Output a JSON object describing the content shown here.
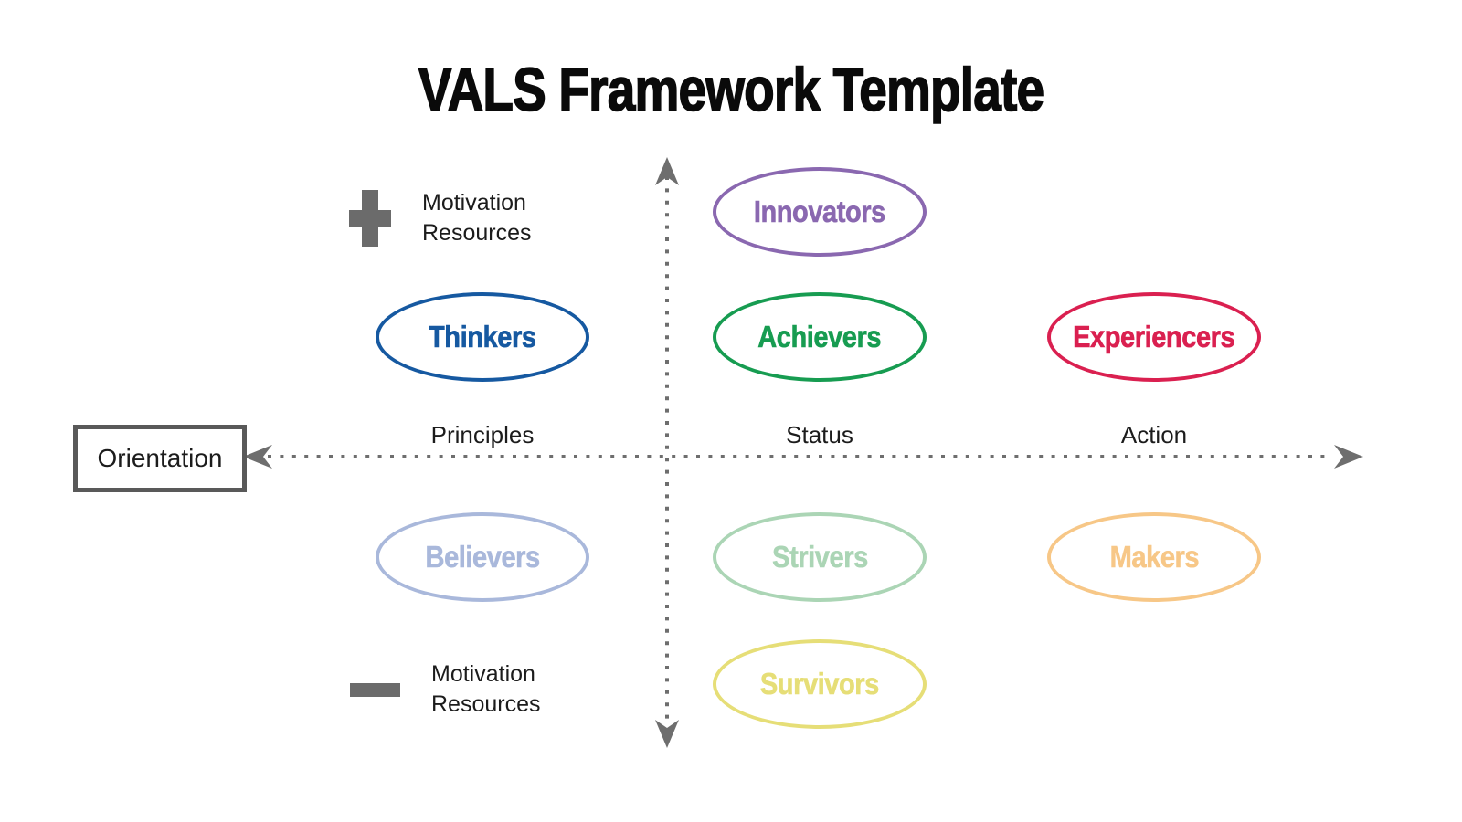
{
  "title": "VALS Framework Template",
  "axis": {
    "orientation_label": "Orientation",
    "high_resources_label": "Motivation Resources",
    "low_resources_label": "Motivation Resources"
  },
  "columns": [
    {
      "label": "Principles"
    },
    {
      "label": "Status"
    },
    {
      "label": "Action"
    }
  ],
  "segments": [
    {
      "label": "Innovators",
      "color": "#8a68b0"
    },
    {
      "label": "Thinkers",
      "color": "#1659a1"
    },
    {
      "label": "Achievers",
      "color": "#179c51"
    },
    {
      "label": "Experiencers",
      "color": "#da2050"
    },
    {
      "label": "Believers",
      "color": "#a9b8db"
    },
    {
      "label": "Strivers",
      "color": "#abd5b5"
    },
    {
      "label": "Makers",
      "color": "#f7c787"
    },
    {
      "label": "Survivors",
      "color": "#e6de77"
    }
  ],
  "colors": {
    "axis_grey": "#6e6e6e",
    "icon_grey": "#6b6b6b",
    "box_border_grey": "#595959",
    "text_black": "#1c1c1c",
    "title_black": "#0a0a0a",
    "background": "#ffffff"
  }
}
